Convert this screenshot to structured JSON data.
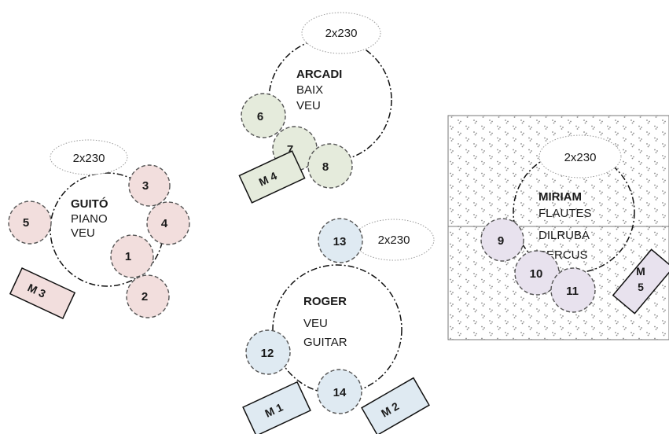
{
  "groups": [
    {
      "id": "guito",
      "name": "GUITÓ",
      "lines": [
        "PIANO",
        "VEU"
      ],
      "speaker": "2x230",
      "seat_color": "#f2dedd",
      "monitor": "M 3",
      "seats": [
        "5",
        "3",
        "4",
        "1",
        "2"
      ]
    },
    {
      "id": "arcadi",
      "name": "ARCADI",
      "lines": [
        "BAIX",
        "VEU"
      ],
      "speaker": "2x230",
      "seat_color": "#e5ebdc",
      "monitor": "M 4",
      "seats": [
        "6",
        "7",
        "8"
      ]
    },
    {
      "id": "roger",
      "name": "ROGER",
      "lines": [
        "VEU",
        "GUITAR"
      ],
      "speaker": "2x230",
      "seat_color": "#dfeaf2",
      "monitors": [
        "M 1",
        "M 2"
      ],
      "seats": [
        "13",
        "12",
        "14"
      ]
    },
    {
      "id": "miriam",
      "name": "MIRIAM",
      "lines": [
        "FLAUTES",
        "DILRUBA",
        "PERCUS"
      ],
      "speaker": "2x230",
      "seat_color": "#e8e2ee",
      "monitor_lines": [
        "M",
        "5"
      ],
      "seats": [
        "9",
        "10",
        "11"
      ]
    }
  ],
  "colors": {
    "stroke": "#111111",
    "pattern_bg": "#ffffff",
    "pattern_dots": "#8a8a8a"
  }
}
